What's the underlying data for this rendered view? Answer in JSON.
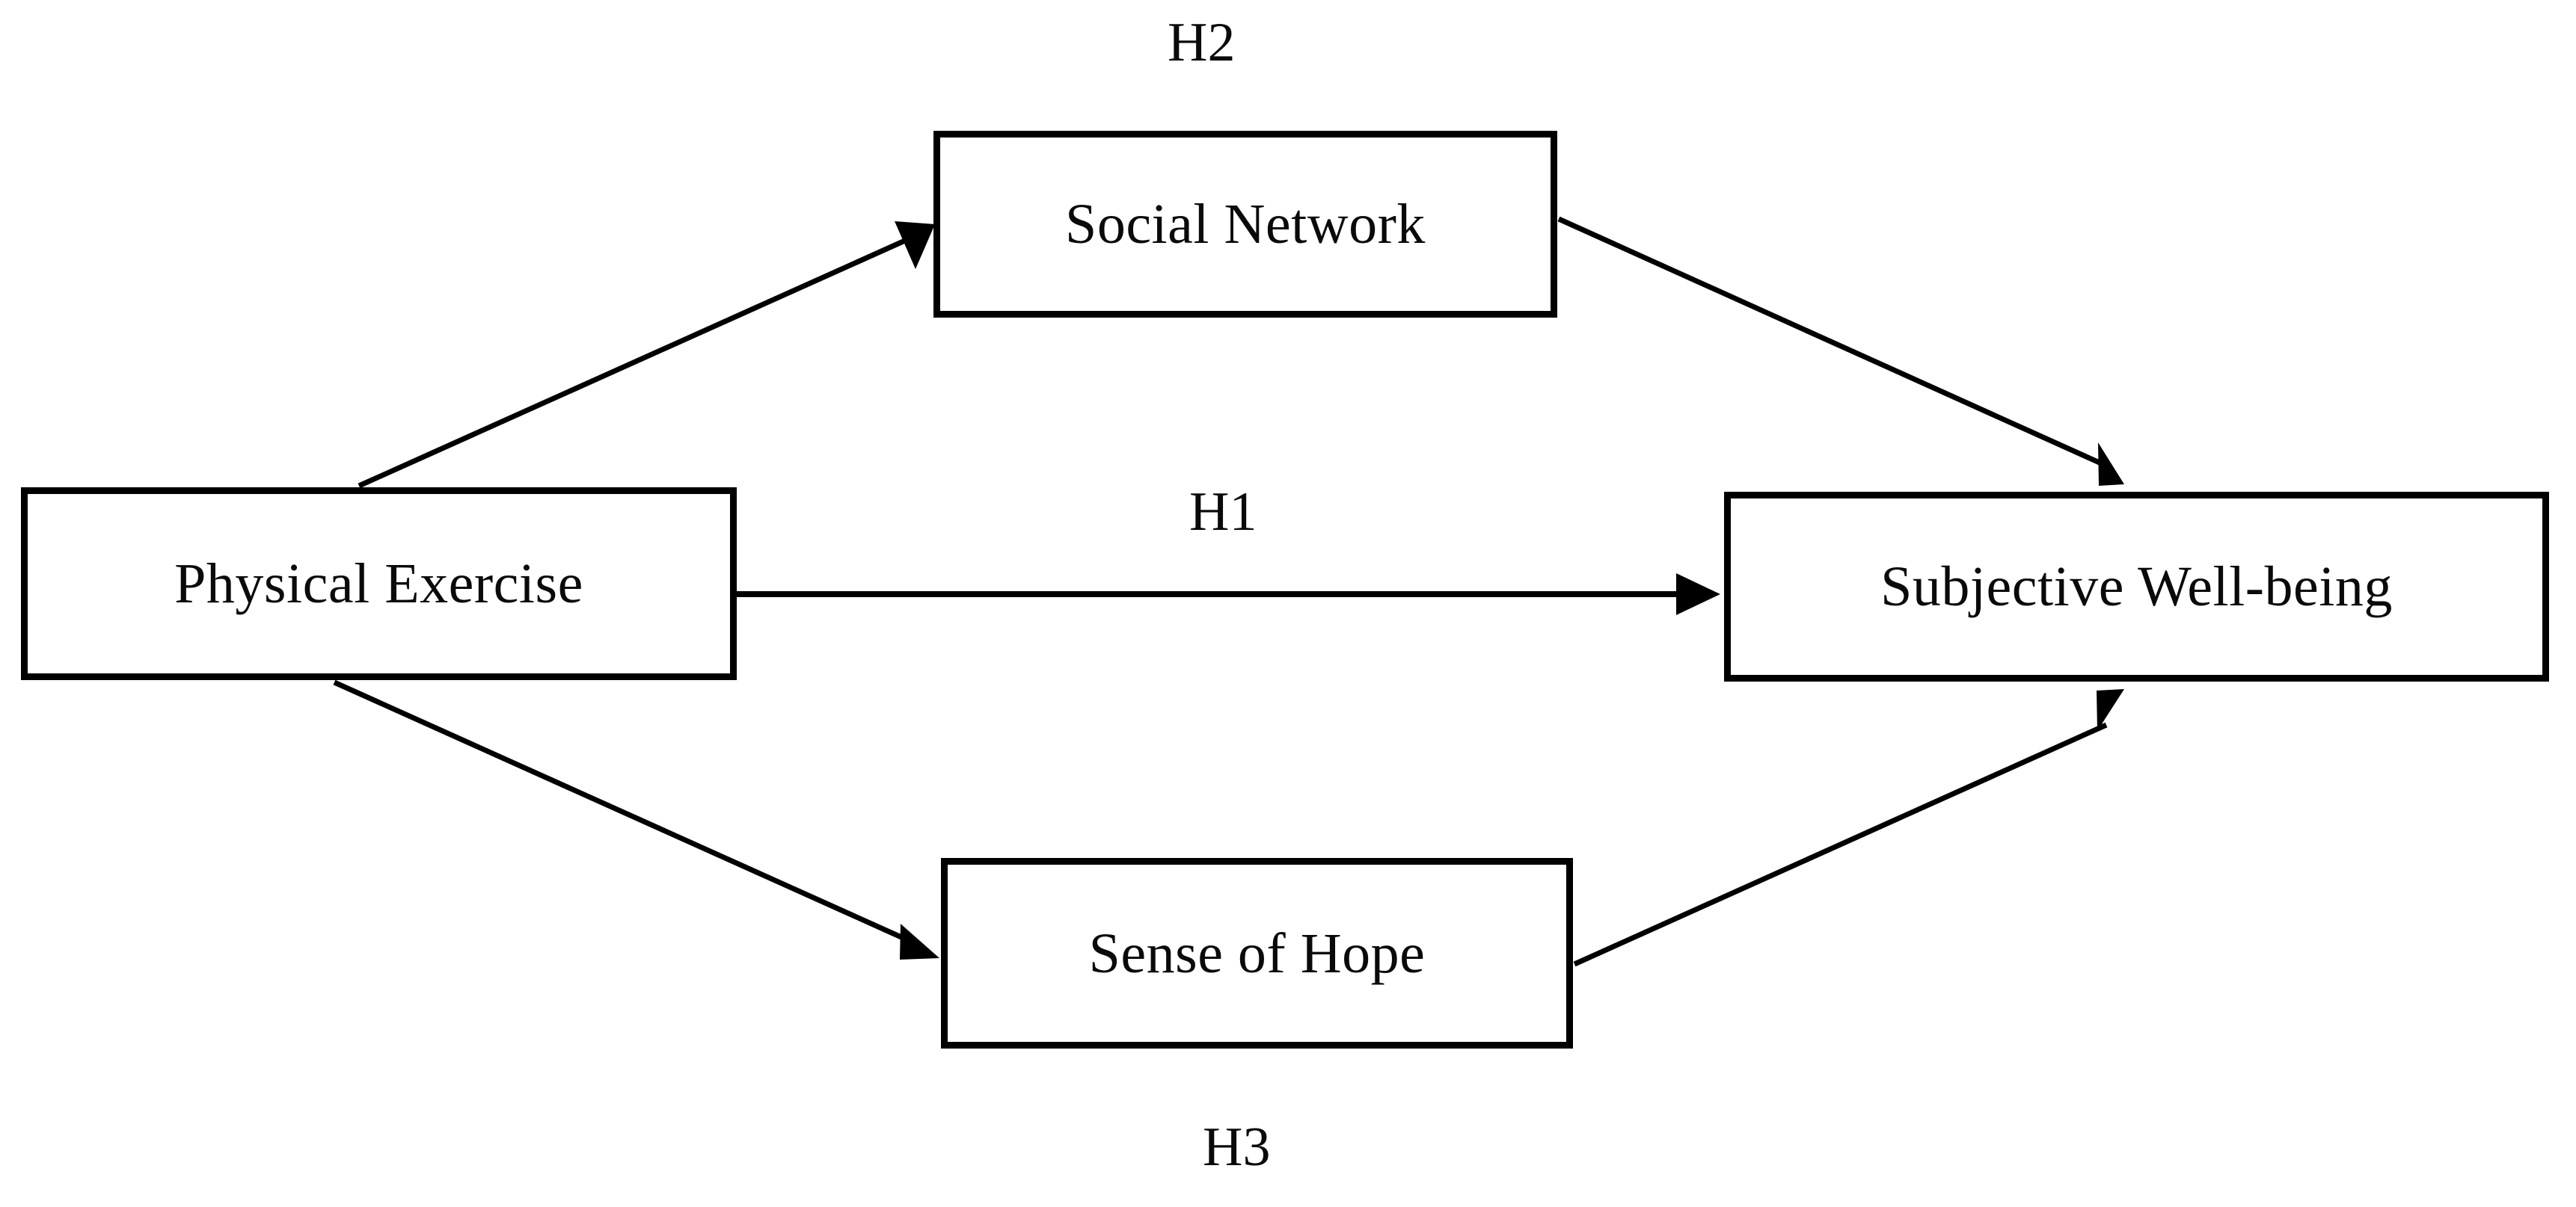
{
  "diagram": {
    "type": "conceptual-research-model",
    "background_color": "#ffffff",
    "line_color": "#000000",
    "text_color": "#0a0a0a",
    "nodes": [
      {
        "id": "physical-exercise",
        "label": "Physical Exercise",
        "role": "independent-variable"
      },
      {
        "id": "social-network",
        "label": "Social Network",
        "role": "mediator"
      },
      {
        "id": "sense-of-hope",
        "label": "Sense of Hope",
        "role": "mediator"
      },
      {
        "id": "subjective-wb",
        "label": "Subjective Well-being",
        "role": "dependent-variable"
      }
    ],
    "hypothesis_labels": [
      {
        "id": "h1",
        "text": "H1",
        "path": "Physical Exercise -> Subjective Well-being"
      },
      {
        "id": "h2",
        "text": "H2",
        "path": "Physical Exercise -> Social Network -> Subjective Well-being"
      },
      {
        "id": "h3",
        "text": "H3",
        "path": "Physical Exercise -> Sense of Hope -> Subjective Well-being"
      }
    ],
    "edges": [
      {
        "id": "edge-pe-sn",
        "from": "physical-exercise",
        "to": "social-network",
        "arrowhead": true
      },
      {
        "id": "edge-sn-swb",
        "from": "social-network",
        "to": "subjective-wb",
        "arrowhead": true
      },
      {
        "id": "edge-pe-swb",
        "from": "physical-exercise",
        "to": "subjective-wb",
        "arrowhead": true
      },
      {
        "id": "edge-pe-soh",
        "from": "physical-exercise",
        "to": "sense-of-hope",
        "arrowhead": true
      },
      {
        "id": "edge-soh-swb",
        "from": "sense-of-hope",
        "to": "subjective-wb",
        "arrowhead": true
      }
    ]
  }
}
